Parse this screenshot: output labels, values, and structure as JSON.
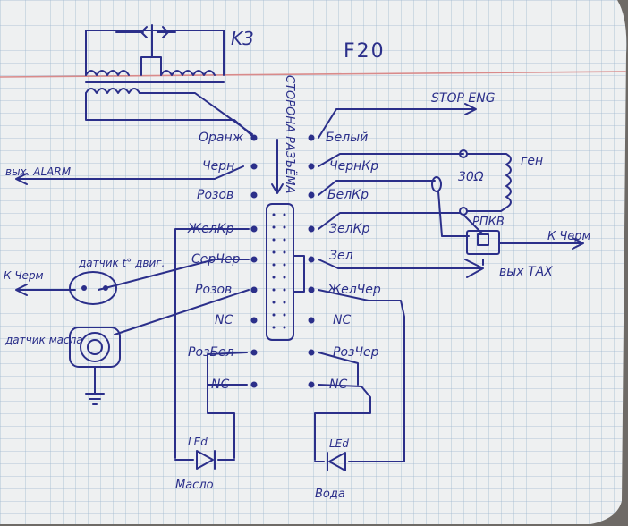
{
  "title": "F20",
  "labels": {
    "k3": "K3",
    "stop_eng": "STOP ENG",
    "vyh_alarm": "вых. ALARM",
    "connector": "СТОРОНА РАЗЪЁМА",
    "k_cherm_left": "К Черм",
    "datchik_temp": "датчик t° двиг.",
    "datchik_masla": "датчик масла",
    "gen": "ген",
    "res": "30Ω",
    "rpkv": "РПКВ",
    "k_cherm_right": "К Черм",
    "vyh_tax": "вых ТАХ",
    "led_left": "LEd",
    "led_right": "LEd",
    "maslo": "Масло",
    "voda": "Вода"
  },
  "pins_left": [
    "Оранж",
    "Черн",
    "Розов",
    "ЖелКр",
    "СерЧер",
    "Розов",
    "NC",
    "РозБел",
    "NC"
  ],
  "pins_right": [
    "Белый",
    "ЧернКр",
    "БелКр",
    "ЗелКр",
    "Зел",
    "ЖелЧер",
    "NC",
    "РозЧер",
    "NC"
  ],
  "colors": {
    "ink": "#2b2f8a",
    "paper": "#eef0f1",
    "grid": "#9fb8cf",
    "margin_line": "#d98a8a"
  }
}
